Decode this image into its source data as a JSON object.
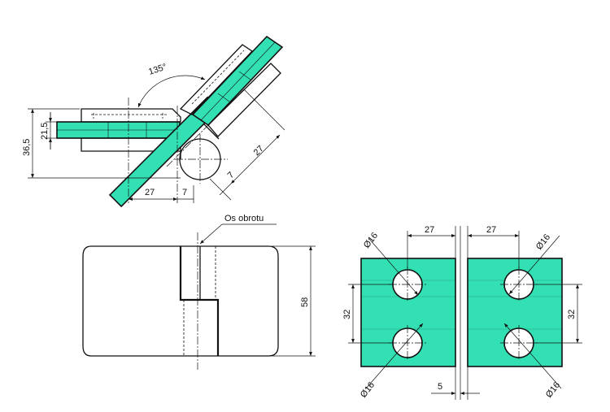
{
  "colors": {
    "glass": "#33e0b4",
    "line": "#111111",
    "background": "#ffffff"
  },
  "top_view": {
    "angle": "135°",
    "height_total": "36,5",
    "height_glass": "21,5",
    "length_a": "27",
    "offset_a": "7",
    "length_b": "27",
    "offset_b": "7"
  },
  "front_view": {
    "axis_label": "Os obrotu",
    "height": "58"
  },
  "panels_view": {
    "left_width": "27",
    "right_width": "27",
    "left_top_dia": "Ø16",
    "left_bottom_dia": "Ø16",
    "right_top_dia": "Ø16",
    "right_bottom_dia": "Ø16",
    "left_spacing": "32",
    "right_spacing": "32",
    "gap": "5"
  }
}
